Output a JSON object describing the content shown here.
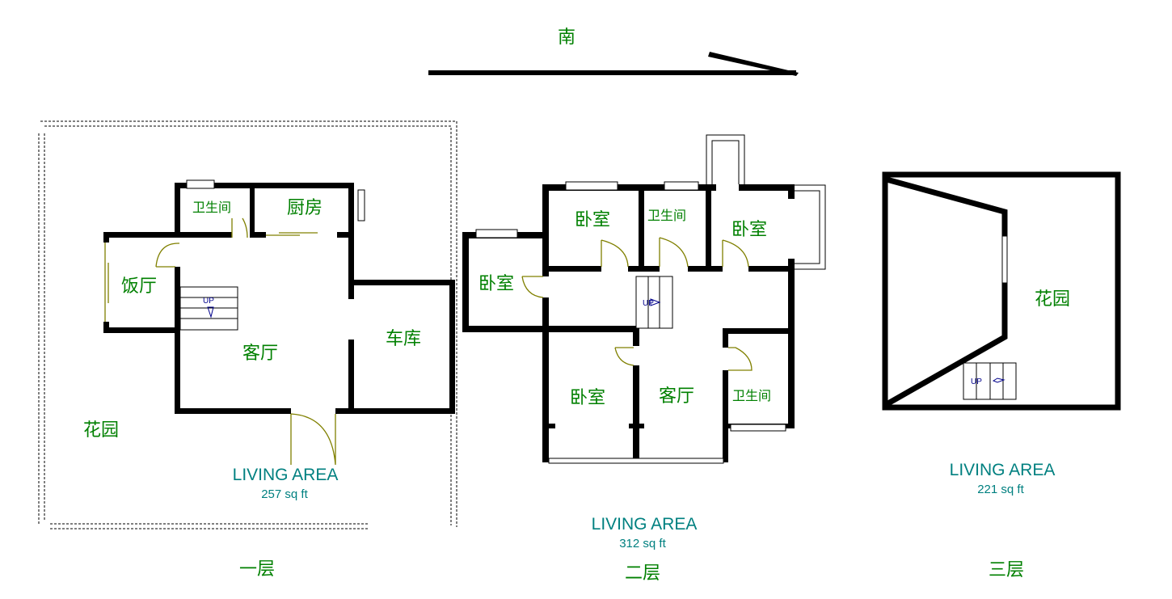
{
  "compass": {
    "label": "南"
  },
  "floors": [
    {
      "name": "一层",
      "area_label": "LIVING AREA",
      "area_value": "257 sq ft",
      "rooms": [
        "卫生间",
        "厨房",
        "饭厅",
        "客厅",
        "车库",
        "花园"
      ],
      "stair_label": "UP"
    },
    {
      "name": "二层",
      "area_label": "LIVING AREA",
      "area_value": "312 sq ft",
      "rooms": [
        "卧室",
        "卫生间",
        "卧室",
        "卧室",
        "卧室",
        "客厅",
        "卫生间"
      ],
      "stair_label": "UP"
    },
    {
      "name": "三层",
      "area_label": "LIVING AREA",
      "area_value": "221 sq ft",
      "rooms": [
        "花园"
      ],
      "stair_label": "UP"
    }
  ],
  "colors": {
    "room_label": "#008000",
    "area_label": "#008080",
    "door": "#808000",
    "wall": "#000000"
  }
}
